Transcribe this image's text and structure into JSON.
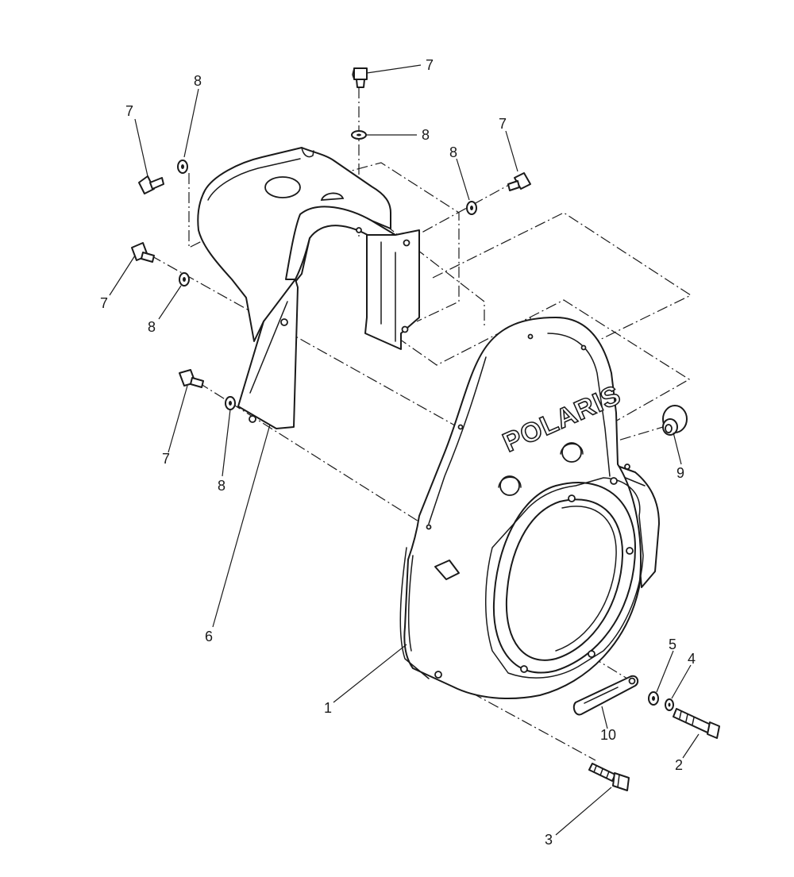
{
  "diagram": {
    "logo_text": "POLARIS",
    "callouts": {
      "c1": "1",
      "c2": "2",
      "c3": "3",
      "c4": "4",
      "c5": "5",
      "c6": "6",
      "c7a": "7",
      "c7b": "7",
      "c7c": "7",
      "c7d": "7",
      "c7e": "7",
      "c8a": "8",
      "c8b": "8",
      "c8c": "8",
      "c8d": "8",
      "c8e": "8",
      "c9": "9",
      "c10": "10"
    }
  }
}
